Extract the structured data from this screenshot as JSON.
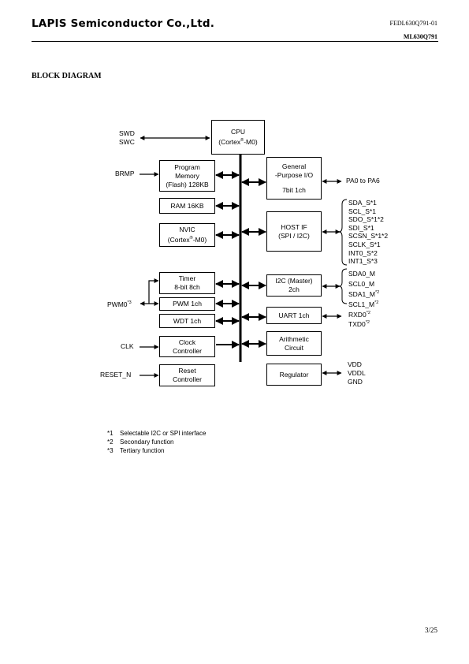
{
  "header": {
    "company": "LAPIS Semiconductor Co.,Ltd.",
    "doc_id": "FEDL630Q791-01",
    "part_no": "ML630Q791"
  },
  "section_title": "BLOCK DIAGRAM",
  "blocks": {
    "cpu": [
      "CPU",
      "(Cortex",
      "-M0)"
    ],
    "program_memory": [
      "Program",
      "Memory",
      "(Flash) 128KB"
    ],
    "ram": "RAM 16KB",
    "nvic": [
      "NVIC",
      "(Cortex",
      "-M0)"
    ],
    "timer": [
      "Timer",
      "8-bit 8ch"
    ],
    "pwm": "PWM 1ch",
    "wdt": "WDT 1ch",
    "clock": [
      "Clock",
      "Controller"
    ],
    "reset": [
      "Reset",
      "Controller"
    ],
    "gpio": [
      "General",
      "-Purpose I/O",
      "7bit 1ch"
    ],
    "host_if": [
      "HOST IF",
      "(SPI / I2C)"
    ],
    "i2c_master": [
      "I2C (Master)",
      "2ch"
    ],
    "uart": "UART 1ch",
    "arith": [
      "Arithmetic",
      "Circuit"
    ],
    "regulator": "Regulator",
    "registered_mark": "®"
  },
  "left_signals": {
    "swd": "SWD",
    "swc": "SWC",
    "brmp": "BRMP",
    "pwm0": "PWM0",
    "pwm0_note": "*3",
    "clk": "CLK",
    "reset_n": "RESET_N"
  },
  "right_signals": {
    "gpio": "PA0 to PA6",
    "host_if": [
      "SDA_S*1",
      "SCL_S*1",
      "SDO_S*1*2",
      "SDI_S*1",
      "SCSN_S*1*2",
      "SCLK_S*1",
      "INT0_S*2",
      "INT1_S*3"
    ],
    "i2c": [
      {
        "name": "SDA0_M",
        "note": ""
      },
      {
        "name": "SCL0_M",
        "note": ""
      },
      {
        "name": "SDA1_M",
        "note": "*2"
      },
      {
        "name": "SCL1_M",
        "note": "*2"
      }
    ],
    "uart": [
      {
        "name": "RXD0",
        "note": "*2"
      },
      {
        "name": "TXD0",
        "note": "*2"
      }
    ],
    "power": [
      "VDD",
      "VDDL",
      "GND"
    ]
  },
  "notes": [
    {
      "mark": "*1",
      "text": "Selectable I2C or SPI interface"
    },
    {
      "mark": "*2",
      "text": "Secondary function"
    },
    {
      "mark": "*3",
      "text": "Tertiary function"
    }
  ],
  "page_number": "3/25"
}
